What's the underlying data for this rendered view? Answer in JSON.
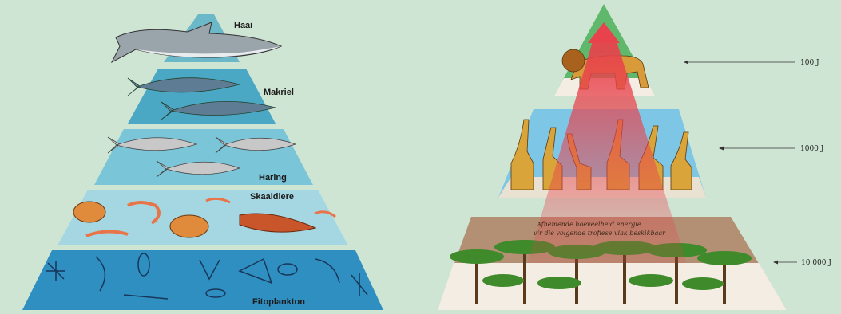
{
  "left_pyramid": {
    "levels": [
      {
        "label": "Haai",
        "icon": "shark-icon"
      },
      {
        "label": "Makriel",
        "icon": "mackerel-icon"
      },
      {
        "label": "Haring",
        "icon": "herring-icon"
      },
      {
        "label": "Skaaldiere",
        "icon": "crustacean-icon"
      },
      {
        "label": "Fitoplankton",
        "icon": "phytoplankton-icon"
      }
    ],
    "colors": {
      "top": "#6bb8c9",
      "tier2": "#4aa8c4",
      "tier3": "#7ac5d8",
      "tier4": "#a5d7e3",
      "base": "#2f8fc0"
    }
  },
  "right_pyramid": {
    "levels": [
      {
        "energy": "100 J",
        "icon": "lion-icon"
      },
      {
        "energy": "1000 J",
        "icon": "giraffe-icon"
      },
      {
        "energy": "10 000 J",
        "icon": "acacia-tree-icon"
      }
    ],
    "arrow_text_line1": "Afnemende hoeveelheid energie",
    "arrow_text_line2": "vir die volgende trofiese vlak beskikbaar",
    "colors": {
      "apex": "#5fb86b",
      "middle": "#7ec6e6",
      "base": "#b38f73",
      "arrow": "#e8424c"
    }
  }
}
